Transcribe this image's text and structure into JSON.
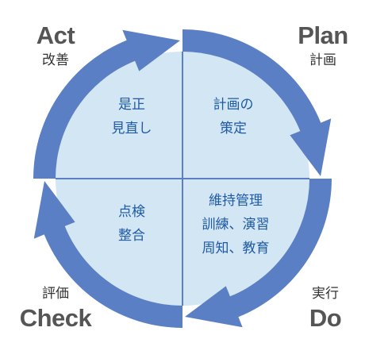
{
  "phases": {
    "act": {
      "en": "Act",
      "ja": "改善"
    },
    "plan": {
      "en": "Plan",
      "ja": "計画"
    },
    "do": {
      "en": "Do",
      "ja": "実行"
    },
    "check": {
      "en": "Check",
      "ja": "評価"
    }
  },
  "quadrants": {
    "top_left": {
      "lines": [
        "是正",
        "見直し"
      ]
    },
    "top_right": {
      "lines": [
        "計画の",
        "策定"
      ]
    },
    "bottom_left": {
      "lines": [
        "点検",
        "整合"
      ]
    },
    "bottom_right": {
      "lines": [
        "維持管理",
        "訓練、演習",
        "周知、教育"
      ]
    }
  },
  "colors": {
    "arrow": "#5b7fc4",
    "quadrant_fill": "#d2e6f3",
    "divider": "#5b7fc4",
    "quadrant_text": "#1f5aa6",
    "phase_text": "#555555"
  }
}
